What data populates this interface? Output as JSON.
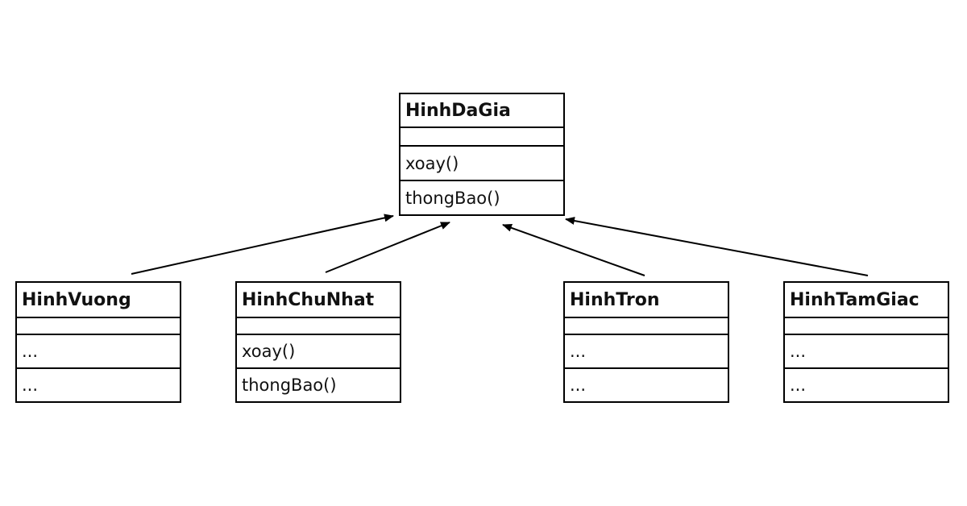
{
  "diagram": {
    "parent": {
      "name": "HinhDaGia",
      "methods": [
        "xoay()",
        "thongBao()"
      ]
    },
    "children": [
      {
        "name": "HinhVuong",
        "methods": [
          "...",
          "..."
        ]
      },
      {
        "name": "HinhChuNhat",
        "methods": [
          "xoay()",
          "thongBao()"
        ]
      },
      {
        "name": "HinhTron",
        "methods": [
          "...",
          "..."
        ]
      },
      {
        "name": "HinhTamGiac",
        "methods": [
          "...",
          "..."
        ]
      }
    ],
    "relationship": "inheritance",
    "line_color": "#000000"
  }
}
